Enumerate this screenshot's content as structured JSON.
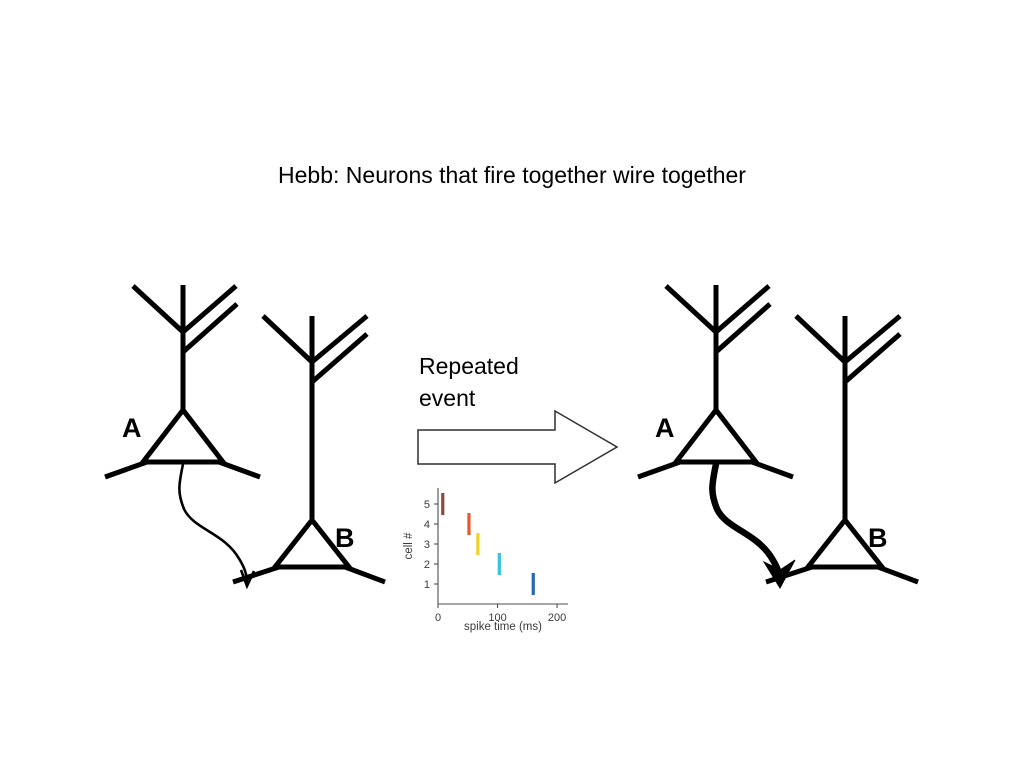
{
  "slide": {
    "title": "Hebb: Neurons that fire together wire together",
    "background_color": "#ffffff",
    "text_color": "#000000"
  },
  "middle": {
    "repeated_event_line1": "Repeated",
    "repeated_event_line2": "event",
    "block_arrow_direction": "right"
  },
  "panel_before": {
    "label_a": "A",
    "label_b": "B",
    "synapse_weight": "weak"
  },
  "panel_after": {
    "label_a": "A",
    "label_b": "B",
    "synapse_weight": "strong"
  },
  "chart_data": {
    "type": "scatter",
    "title": "",
    "xlabel": "spike time (ms)",
    "ylabel": "cell #",
    "xlim": [
      0,
      215
    ],
    "ylim": [
      0,
      5.8
    ],
    "xticks": [
      0,
      100,
      200
    ],
    "xticklabels": [
      "0",
      "100",
      "200"
    ],
    "yticks": [
      1,
      2,
      3,
      4,
      5
    ],
    "yticklabels": [
      "1",
      "2",
      "3",
      "4",
      "5"
    ],
    "grid": false,
    "legend": "none",
    "marker": "vertical-tick",
    "points": [
      {
        "cell": 5,
        "spike_time_ms": 8,
        "color": "#8c4a3c"
      },
      {
        "cell": 4,
        "spike_time_ms": 52,
        "color": "#e8582a"
      },
      {
        "cell": 3,
        "spike_time_ms": 67,
        "color": "#f2d024"
      },
      {
        "cell": 2,
        "spike_time_ms": 103,
        "color": "#35c3dd"
      },
      {
        "cell": 1,
        "spike_time_ms": 160,
        "color": "#2268b5"
      }
    ],
    "axis_color": "#4d4d4d",
    "tick_label_color": "#3a3a3a"
  }
}
